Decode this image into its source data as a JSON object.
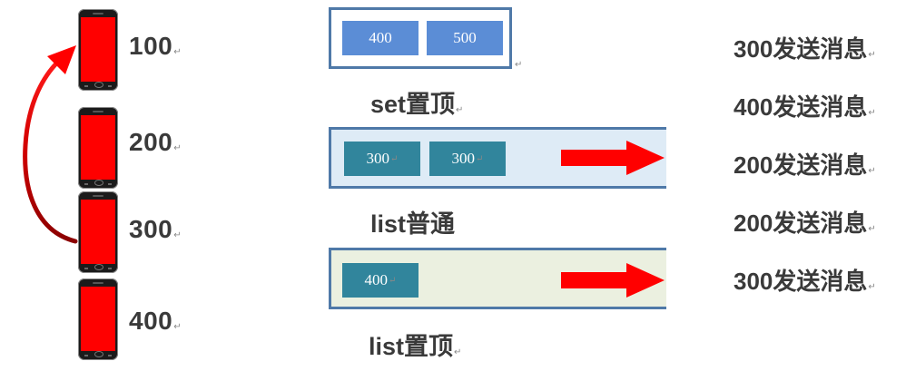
{
  "phones": [
    {
      "label": "100"
    },
    {
      "label": "200"
    },
    {
      "label": "300"
    },
    {
      "label": "400"
    }
  ],
  "queues": {
    "set_top": {
      "label": "set置顶",
      "items": [
        "400",
        "500"
      ]
    },
    "list_normal": {
      "label": "list普通",
      "items": [
        "300",
        "300"
      ]
    },
    "list_top": {
      "label": "list置顶",
      "items": [
        "400"
      ]
    }
  },
  "log": [
    "300发送消息",
    "400发送消息",
    "200发送消息",
    "200发送消息",
    "300发送消息"
  ],
  "mark": "↵",
  "colors": {
    "phone_screen": "#ff0000",
    "arrow": "#ff0000",
    "box_border": "#4f79a8",
    "chip_blue": "#5b8dd6",
    "chip_teal": "#31859c",
    "list_normal_bg": "#deebf6",
    "list_top_bg": "#ebf0e0"
  }
}
